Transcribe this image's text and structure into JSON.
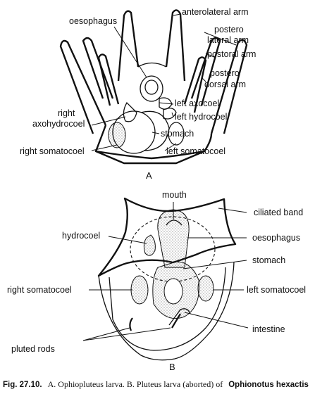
{
  "figure_a": {
    "letter": "A",
    "labels": {
      "oesophagus": "oesophagus",
      "anterolateral_arm": "anterolateral arm",
      "posterolateral_arm_1": "postero",
      "posterolateral_arm_2": "lateral arm",
      "postoral_arm": "postoral arm",
      "posterodorsal_arm_1": "postero",
      "posterodorsal_arm_2": "dorsal arm",
      "left_axocoel": "left axocoel",
      "right_axohydrocoel_1": "right",
      "right_axohydrocoel_2": "axohydrocoel",
      "left_hydrocoel": "left hydrocoel",
      "stomach": "stomach",
      "right_somatocoel": "right somatocoel",
      "left_somatocoel": "left somatocoel"
    }
  },
  "figure_b": {
    "letter": "B",
    "labels": {
      "mouth": "mouth",
      "ciliated_band": "ciliated band",
      "hydrocoel": "hydrocoel",
      "oesophagus": "oesophagus",
      "stomach": "stomach",
      "right_somatocoel": "right somatocoel",
      "left_somatocoel": "left somatocoel",
      "intestine": "intestine",
      "pluted_rods": "pluted rods"
    }
  },
  "caption": {
    "fig_number": "Fig. 27.10.",
    "text": "A. Ophiopluteus larva. B. Pluteus larva (aborted) of",
    "species": "Ophionotus hexactis"
  }
}
